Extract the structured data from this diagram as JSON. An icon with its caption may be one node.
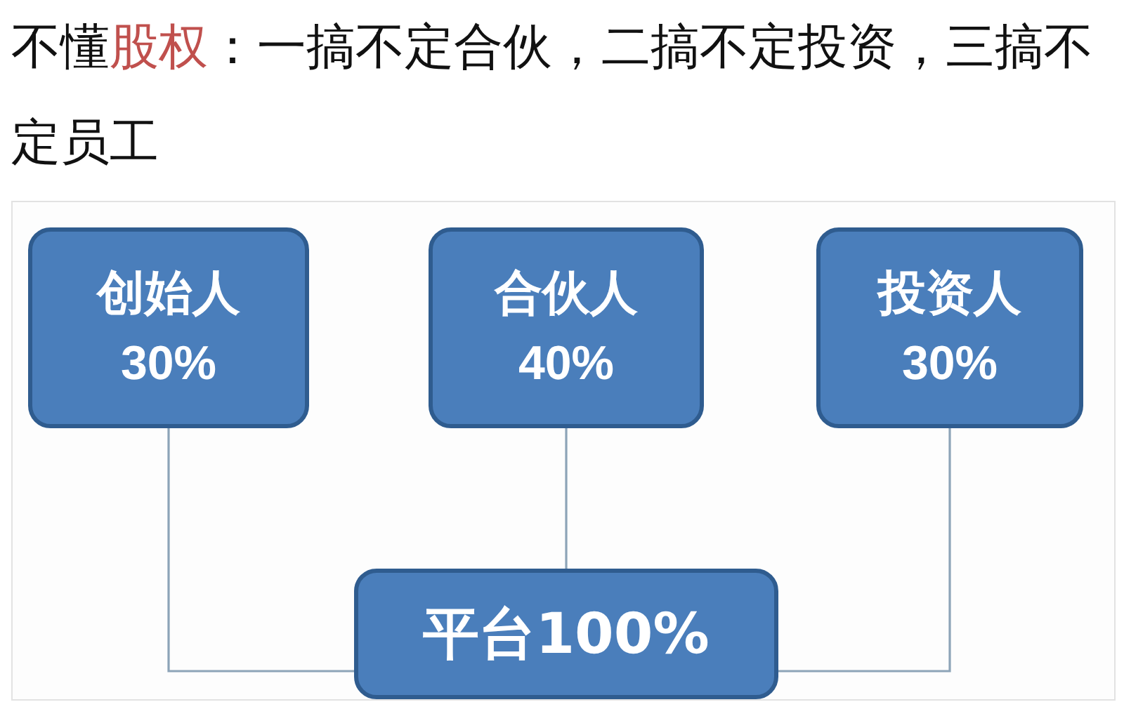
{
  "diagram": {
    "title": "不懂**股权**：一搞不定合伙，二搞不定投资，三搞不定员工",
    "nodes": [
      {
        "text": [
          "创始人",
          "30%"
        ]
      },
      {
        "text": [
          "合伙人",
          "40%"
        ]
      },
      {
        "text": [
          "投资人",
          "30%"
        ]
      },
      {
        "text": [
          "平台100%"
        ]
      }
    ],
    "edges": [
      {
        "from": 0,
        "to": 3,
        "arrow": "none"
      },
      {
        "from": 1,
        "to": 3,
        "arrow": "none"
      },
      {
        "from": 2,
        "to": 3,
        "arrow": "none"
      }
    ]
  }
}
